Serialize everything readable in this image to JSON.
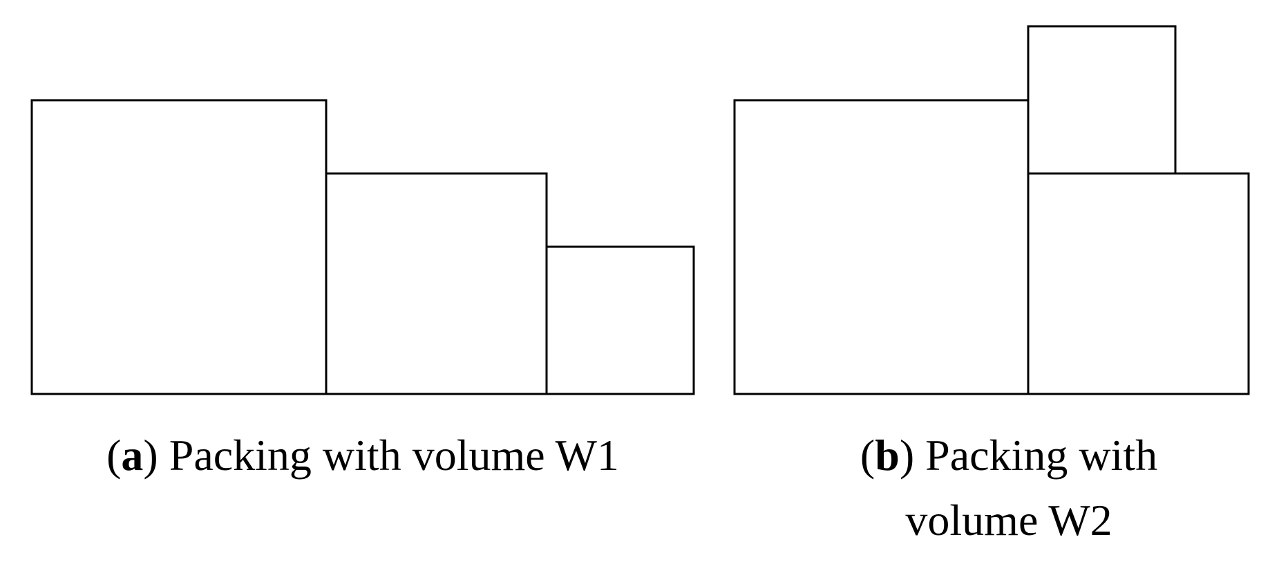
{
  "panels": [
    {
      "label": "a",
      "caption": "Packing with volume W1"
    },
    {
      "label": "b",
      "caption_line1": "Packing with",
      "caption_line2": "volume W2"
    }
  ]
}
